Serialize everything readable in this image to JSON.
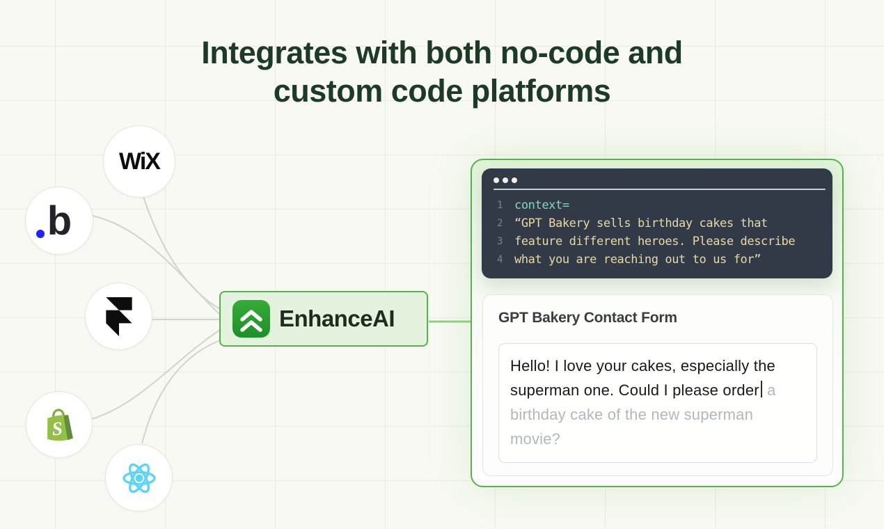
{
  "heading": {
    "line1": "Integrates with both no-code and",
    "line2": "custom code platforms"
  },
  "platforms": [
    {
      "name": "Wix",
      "icon": "wix-logo",
      "label": "WiX"
    },
    {
      "name": "Bubble",
      "icon": "bubble-logo",
      "label": "b"
    },
    {
      "name": "Framer",
      "icon": "framer-logo"
    },
    {
      "name": "Shopify",
      "icon": "shopify-logo",
      "glyph": "S"
    },
    {
      "name": "React",
      "icon": "react-logo"
    }
  ],
  "enhanceai": {
    "label": "EnhanceAI",
    "icon": "double-chevron-up"
  },
  "code": {
    "window_controls": "three-dots",
    "lines": [
      {
        "num": "1",
        "text": "context=",
        "type": "keyword"
      },
      {
        "num": "2",
        "text": "“GPT Bakery sells birthday cakes that",
        "type": "string"
      },
      {
        "num": "3",
        "text": "feature different heroes. Please describe",
        "type": "string"
      },
      {
        "num": "4",
        "text": "what you are reaching out to us for”",
        "type": "string"
      }
    ]
  },
  "form": {
    "title": "GPT Bakery Contact Form",
    "typed_text": "Hello! I love your cakes, especially the superman one. Could I please order",
    "suggestion_text": " a birthday cake of the new superman movie?"
  },
  "colors": {
    "heading": "#1d3a29",
    "panel_border_green": "#57b14d",
    "node_bg_green": "#e4f3dd",
    "brand_icon_green": "#2a9e30",
    "code_bg": "#333a47",
    "code_keyword": "#87d6bc",
    "code_string": "#e9daa1",
    "line_number_grey": "#7a8391",
    "connector_grey": "#d2d3ca",
    "connector_green": "#8ed17f",
    "suggestion_grey": "#b3b7bd",
    "shopify_green": "#95bf47",
    "shopify_dark_green": "#5e8e3e",
    "react_cyan": "#5ed4f4",
    "bubble_blue": "#2323ee"
  }
}
